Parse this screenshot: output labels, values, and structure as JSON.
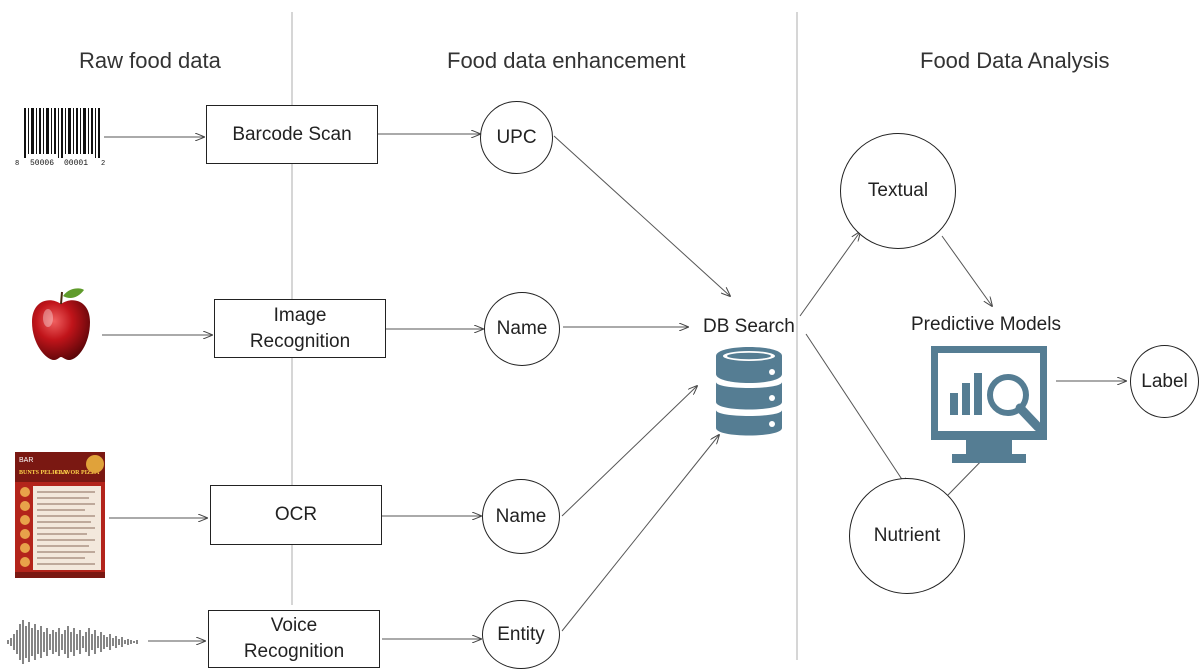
{
  "sections": {
    "raw": "Raw food data",
    "enhancement": "Food data enhancement",
    "analysis": "Food Data Analysis"
  },
  "barcode_digits": {
    "first": "8",
    "group1": "50006",
    "group2": "00001",
    "last": "2"
  },
  "menu": {
    "brand_top": "BAR",
    "title_left": "BUNTS PELICAN",
    "title_right": "FLAVOR PIZZA"
  },
  "boxes": {
    "barcode_scan": "Barcode Scan",
    "image_recognition_line1": "Image",
    "image_recognition_line2": "Recognition",
    "ocr": "OCR",
    "voice_recognition_line1": "Voice",
    "voice_recognition_line2": "Recognition"
  },
  "nodes": {
    "upc": "UPC",
    "name_image": "Name",
    "name_ocr": "Name",
    "entity": "Entity",
    "db_search": "DB Search",
    "textual": "Textual",
    "nutrient": "Nutrient",
    "predictive_models": "Predictive Models",
    "label": "Label"
  },
  "colors": {
    "icon_blue": "#557d93",
    "apple_red": "#c0141a",
    "menu_red": "#b3241b"
  },
  "icons": {
    "barcode": "barcode-icon",
    "apple": "apple-icon",
    "menu": "menu-image-icon",
    "waveform": "waveform-icon",
    "database": "database-icon",
    "analytics": "analytics-monitor-icon"
  }
}
